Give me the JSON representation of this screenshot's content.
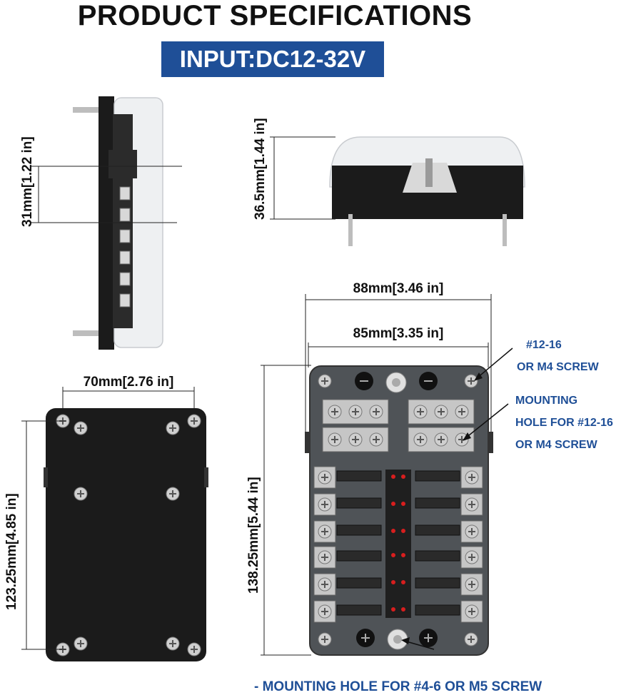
{
  "title": "PRODUCT SPECIFICATIONS",
  "input_badge": "INPUT:DC12-32V",
  "dimensions": {
    "side_height": "31mm[1.22 in]",
    "front_height": "36.5mm[1.44 in]",
    "back_width": "70mm[2.76 in]",
    "back_height": "123.25mm[4.85 in]",
    "top_width_outer": "88mm[3.46 in]",
    "top_width_inner": "85mm[3.35 in]",
    "top_height": "138.25mm[5.44 in]"
  },
  "callouts": {
    "corner_screw_line1": "#12-16",
    "corner_screw_line2": "OR M4 SCREW",
    "mounting_line1": "MOUNTING",
    "mounting_line2": "HOLE FOR #12-16",
    "mounting_line3": "OR M4 SCREW",
    "bottom": "- MOUNTING HOLE FOR #4-6 OR M5 SCREW"
  },
  "colors": {
    "badge": "#1f4f97",
    "callout_text": "#1f4f97",
    "led": "#d81e1e",
    "housing": "#1b1b1b"
  }
}
